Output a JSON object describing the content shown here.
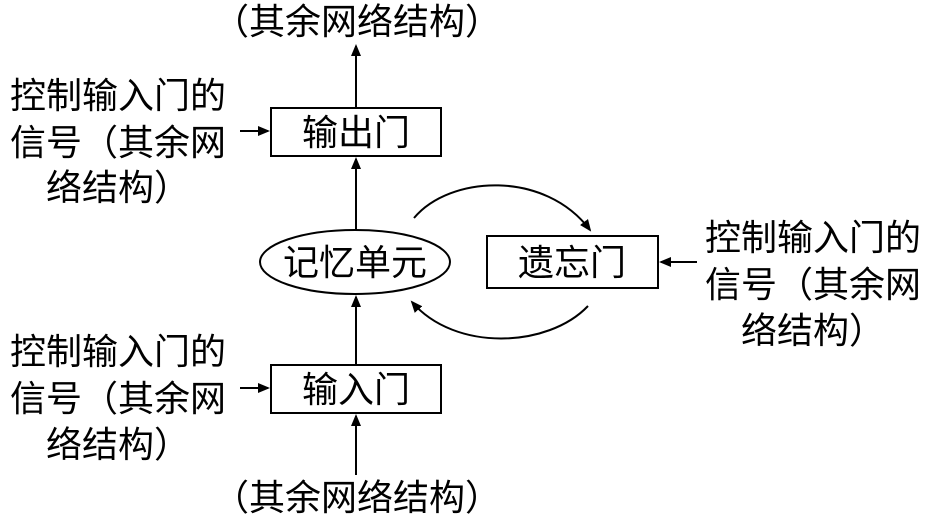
{
  "top_source": "（其余网络结构）",
  "bottom_source": "（其余网络结构）",
  "output_gate": {
    "label": "输出门",
    "signal": [
      "控制输入门的",
      "信号（其余网",
      "络结构）"
    ]
  },
  "memory_cell": {
    "label": "记忆单元"
  },
  "forget_gate": {
    "label": "遗忘门",
    "signal": [
      "控制输入门的",
      "信号（其余网",
      "络结构）"
    ]
  },
  "input_gate": {
    "label": "输入门",
    "signal": [
      "控制输入门的",
      "信号（其余网",
      "络结构）"
    ]
  }
}
